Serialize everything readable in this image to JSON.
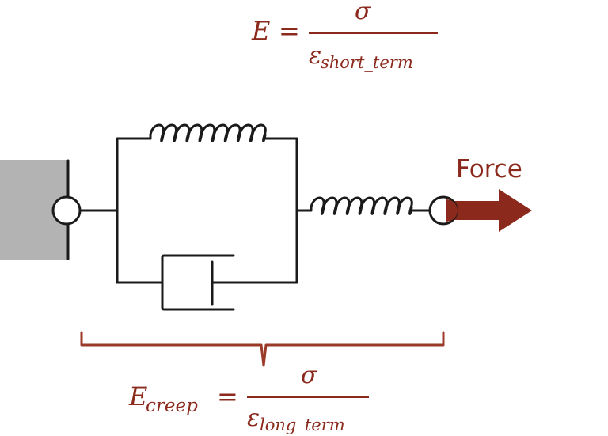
{
  "top_equation": {
    "lhs": "E",
    "equals": "=",
    "numerator": "σ",
    "denominator_symbol": "ε",
    "denominator_subscript": "short_term"
  },
  "bottom_equation": {
    "lhs": "E",
    "lhs_subscript": "creep",
    "equals": "=",
    "numerator": "σ",
    "denominator_symbol": "ε",
    "denominator_subscript": "long_term"
  },
  "force_label": "Force",
  "colors": {
    "accent": "#8b2a1c",
    "wall": "#b3b3b3",
    "line": "#1a1a1a"
  },
  "icons": [
    "fixed-wall-icon",
    "spring-icon",
    "dashpot-icon",
    "force-arrow-icon",
    "brace-icon"
  ]
}
